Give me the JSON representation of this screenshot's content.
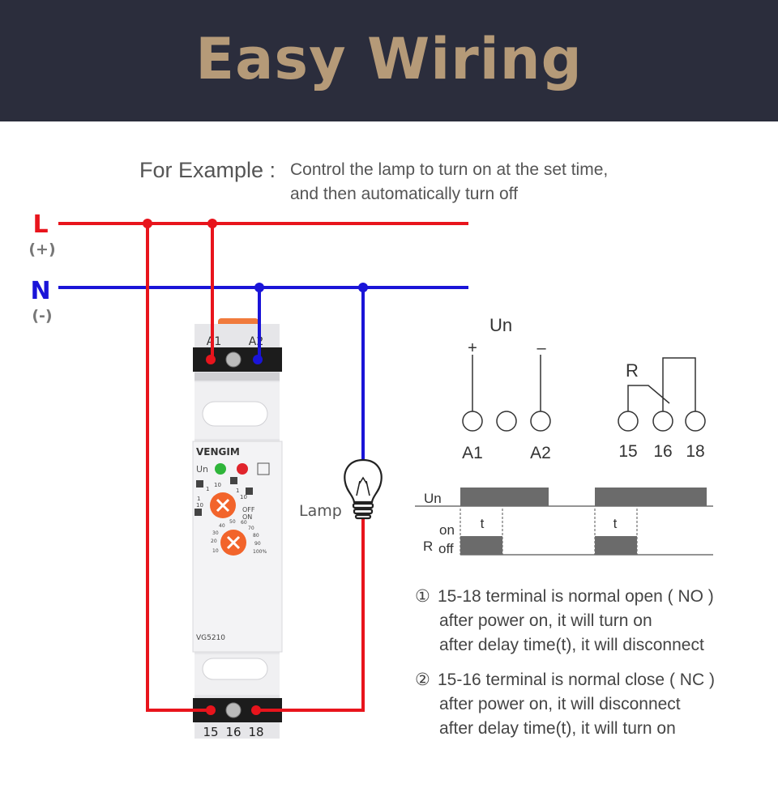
{
  "title": "Easy Wiring",
  "example": {
    "label": "For Example :",
    "line1": "Control the lamp to turn on at the set time,",
    "line2": "and then automatically turn off"
  },
  "rails": {
    "l_label": "L",
    "l_sign": "(+)",
    "n_label": "N",
    "n_sign": "(-)",
    "l_color": "#e8141c",
    "n_color": "#1a14d8"
  },
  "device": {
    "brand": "VENGIM",
    "model": "VG5210",
    "top_terminals": [
      "A1",
      "A2"
    ],
    "bottom_terminals": [
      "15",
      "16",
      "18"
    ],
    "un_label": "Un",
    "led_colors": [
      "#2fb53a",
      "#e0242c"
    ],
    "top_dial_values": [
      "1",
      "10",
      "1",
      "10",
      "1",
      "10",
      "OFF",
      "ON"
    ],
    "bottom_dial_values": [
      "10",
      "20",
      "30",
      "40",
      "50",
      "60",
      "70",
      "80",
      "90",
      "100%"
    ],
    "knob_color": "#f2642b"
  },
  "lamp": {
    "label": "Lamp"
  },
  "schematic": {
    "un": "Un",
    "plus": "+",
    "minus": "–",
    "a1": "A1",
    "a2": "A2",
    "r": "R",
    "t15": "15",
    "t16": "16",
    "t18": "18"
  },
  "timing": {
    "un_label": "Un",
    "on_label": "on",
    "r_label": "R",
    "off_label": "off",
    "t_label": "t"
  },
  "notes": [
    {
      "num": "①",
      "line1": "15-18 terminal is normal open ( NO )",
      "line2": "after power on, it will turn on",
      "line3": "after delay time(t), it will disconnect"
    },
    {
      "num": "②",
      "line1": "15-16 terminal is normal close ( NC )",
      "line2": "after power on, it will disconnect",
      "line3": "after delay time(t), it will turn on"
    }
  ]
}
